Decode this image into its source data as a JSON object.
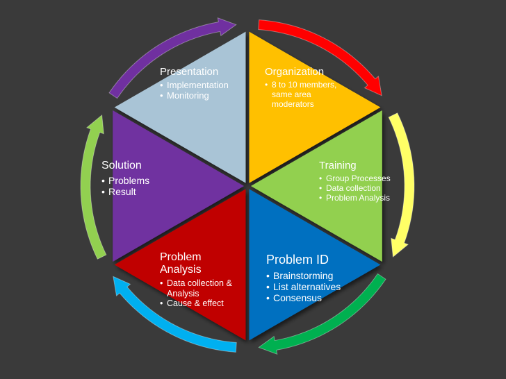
{
  "colors": {
    "background": "#3a3a3a",
    "presentation": "#a9c4d6",
    "organization": "#ffc000",
    "training": "#92d050",
    "problem_id": "#0070c0",
    "problem_analysis": "#c00000",
    "solution": "#7030a0",
    "arrow_red": "#ff0000",
    "arrow_yellow": "#ffff66",
    "arrow_green": "#00b050",
    "arrow_blue": "#00b0f0",
    "arrow_lightgreen": "#92d050",
    "arrow_purple": "#7030a0"
  },
  "segments": {
    "presentation": {
      "title": "Presentation",
      "bullets": [
        "Implementation",
        "Monitoring"
      ]
    },
    "organization": {
      "title": "Organization",
      "bullets": [
        "8 to 10 members, same area moderators"
      ]
    },
    "training": {
      "title": "Training",
      "bullets": [
        "Group Processes",
        "Data collection",
        "Problem Analysis"
      ]
    },
    "problem_id": {
      "title": "Problem ID",
      "bullets": [
        "Brainstorming",
        "List alternatives",
        "Consensus"
      ]
    },
    "problem_analysis": {
      "title": "Problem Analysis",
      "bullets": [
        "Data collection & Analysis",
        "Cause & effect"
      ]
    },
    "solution": {
      "title": "Solution",
      "bullets": [
        "Problems",
        "Result"
      ]
    }
  }
}
